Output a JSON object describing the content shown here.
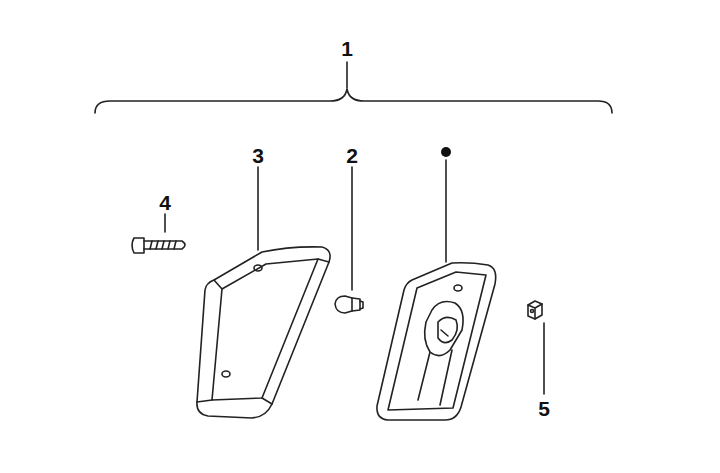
{
  "diagram": {
    "labels": [
      "1",
      "3",
      "2",
      "4",
      "5"
    ]
  }
}
